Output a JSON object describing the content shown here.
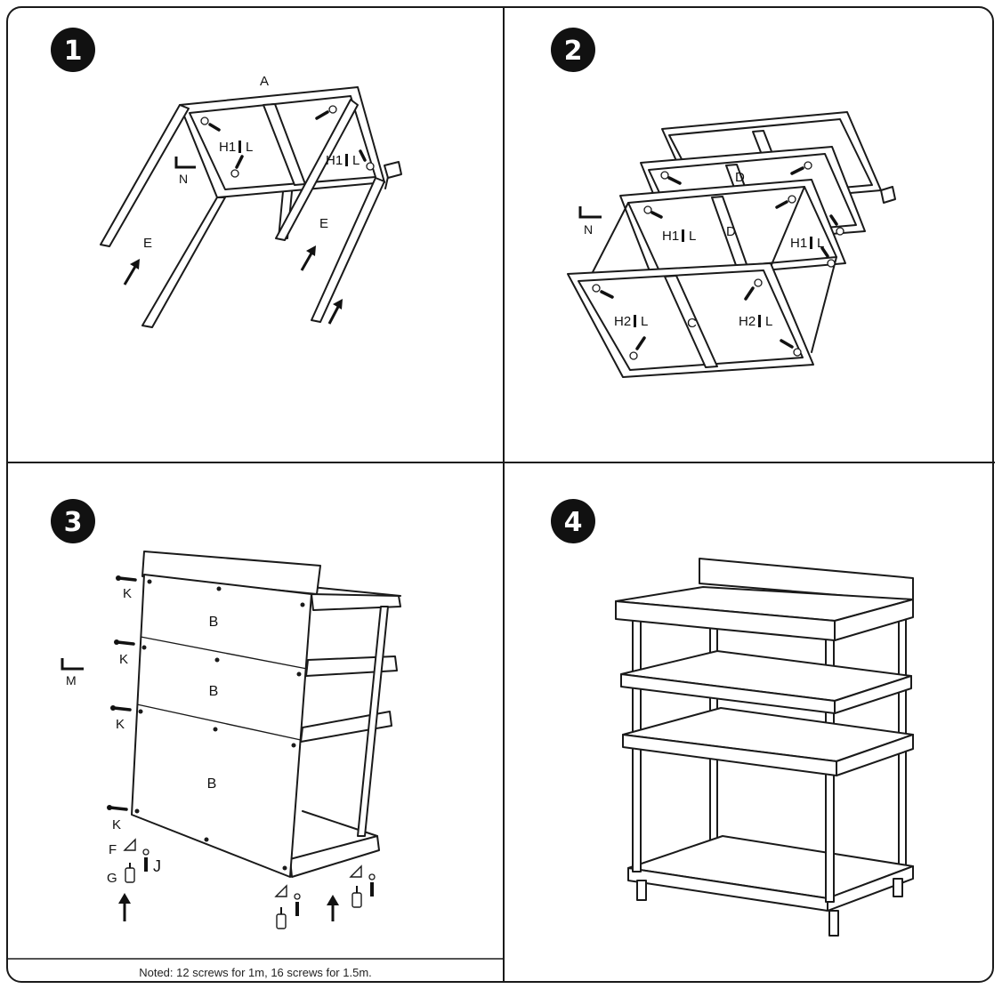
{
  "steps": [
    {
      "number": "1",
      "labels": {
        "top_bar": "A",
        "bracket_left": "H1",
        "bracket_right": "H1",
        "screw_left": "L",
        "screw_right": "L",
        "leg_left": "E",
        "leg_right": "E",
        "tool": "N"
      }
    },
    {
      "number": "2",
      "labels": {
        "shelf_back": "D",
        "shelf_middle": "D",
        "shelf_front": "C",
        "bracket_mid_left": "H1",
        "bracket_mid_right": "H1",
        "bracket_front_left": "H2",
        "bracket_front_right": "H2",
        "screw_mid_left": "L",
        "screw_mid_right": "L",
        "screw_front_left": "L",
        "screw_front_right": "L",
        "tool": "N"
      }
    },
    {
      "number": "3",
      "labels": {
        "panel_top": "B",
        "panel_middle": "B",
        "panel_bottom": "B",
        "screw_1": "K",
        "screw_2": "K",
        "screw_3": "K",
        "screw_4": "K",
        "foot_cap": "F",
        "foot": "G",
        "foot_bolt": "J",
        "tool": "M"
      }
    },
    {
      "number": "4"
    }
  ],
  "note": "Noted: 12 screws for 1m, 16 screws for 1.5m.",
  "colors": {
    "line": "#1a1a1a",
    "badge": "#111111",
    "background": "#ffffff"
  }
}
